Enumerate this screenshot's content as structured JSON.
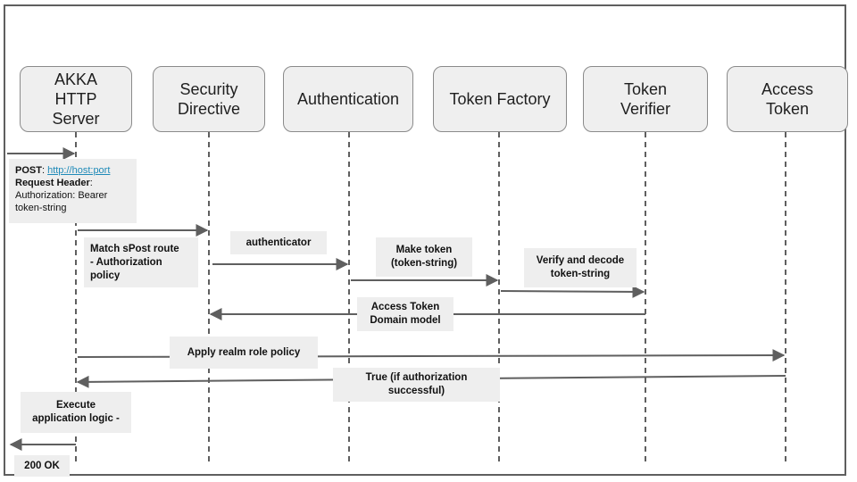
{
  "participants": [
    {
      "id": "akka",
      "label": "AKKA\nHTTP\nServer"
    },
    {
      "id": "security",
      "label": "Security\nDirective"
    },
    {
      "id": "auth",
      "label": "Authentication"
    },
    {
      "id": "factory",
      "label": "Token Factory"
    },
    {
      "id": "verifier",
      "label": "Token\nVerifier"
    },
    {
      "id": "access",
      "label": "Access\nToken"
    }
  ],
  "request": {
    "post_label": "POST",
    "post_url": "http://host:port",
    "header_label": "Request Header",
    "header_line1": "Authorization: Bearer",
    "header_line2": "token-string"
  },
  "messages": [
    {
      "id": "match",
      "text": "Match sPost route\n -  Authorization\npolicy"
    },
    {
      "id": "authenticator",
      "text": "authenticator"
    },
    {
      "id": "make",
      "text": "Make token\n(token-string)"
    },
    {
      "id": "verify",
      "text": "Verify and decode\ntoken-string"
    },
    {
      "id": "domain",
      "text": "Access Token\nDomain model"
    },
    {
      "id": "realm",
      "text": "Apply realm role  policy"
    },
    {
      "id": "true",
      "text": "True (if authorization\nsuccessful)"
    },
    {
      "id": "execute",
      "text": "Execute\napplication logic -"
    },
    {
      "id": "ok",
      "text": "200 OK"
    }
  ],
  "colors": {
    "line": "#5f5f5f",
    "box": "#efefef",
    "note": "#eeeeee",
    "link": "#1f8ab8"
  }
}
